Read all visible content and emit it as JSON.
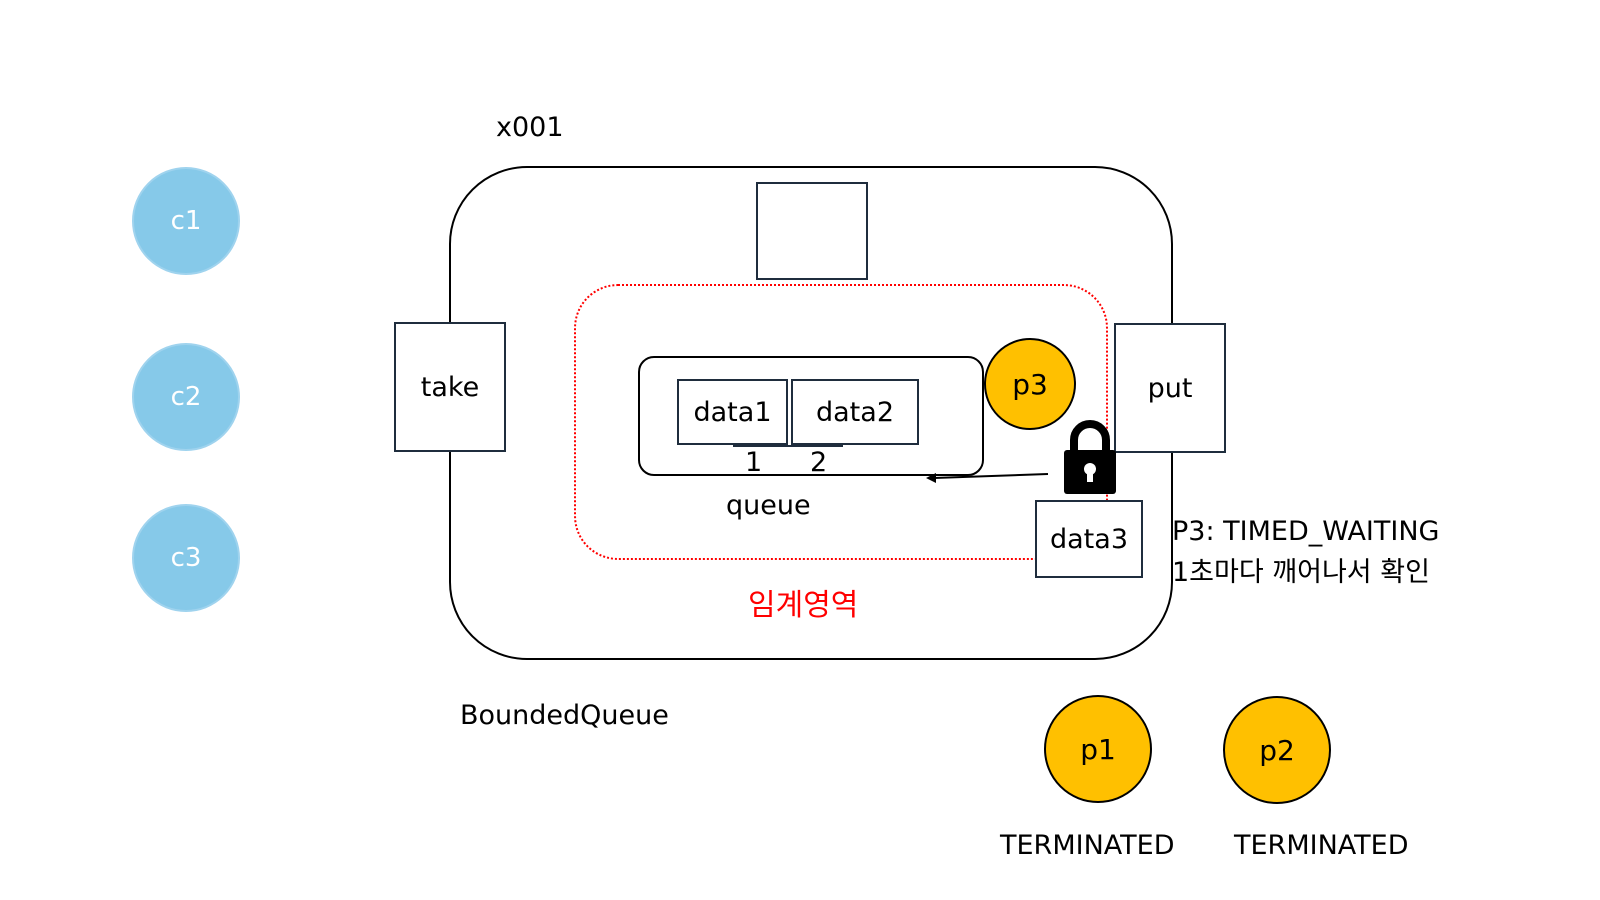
{
  "object_id": "x001",
  "class_name": "BoundedQueue",
  "critical_section_label": "임계영역",
  "queue_label": "queue",
  "methods": {
    "take": "take",
    "put": "put"
  },
  "queue_slots": [
    {
      "value": "data1",
      "index": "1"
    },
    {
      "value": "data2",
      "index": "2"
    }
  ],
  "pending_data": "data3",
  "consumers": [
    "c1",
    "c2",
    "c3"
  ],
  "producers": {
    "waiting": {
      "name": "p3",
      "status_line1": "P3: TIMED_WAITING",
      "status_line2": "1초마다 깨어나서 확인"
    },
    "finished": [
      {
        "name": "p1",
        "status": "TERMINATED"
      },
      {
        "name": "p2",
        "status": "TERMINATED"
      }
    ]
  },
  "icons": {
    "lock": "lock-icon"
  },
  "colors": {
    "consumer_fill": "#86c9e9",
    "producer_fill": "#ffc000",
    "critical_section": "#ff0000"
  }
}
